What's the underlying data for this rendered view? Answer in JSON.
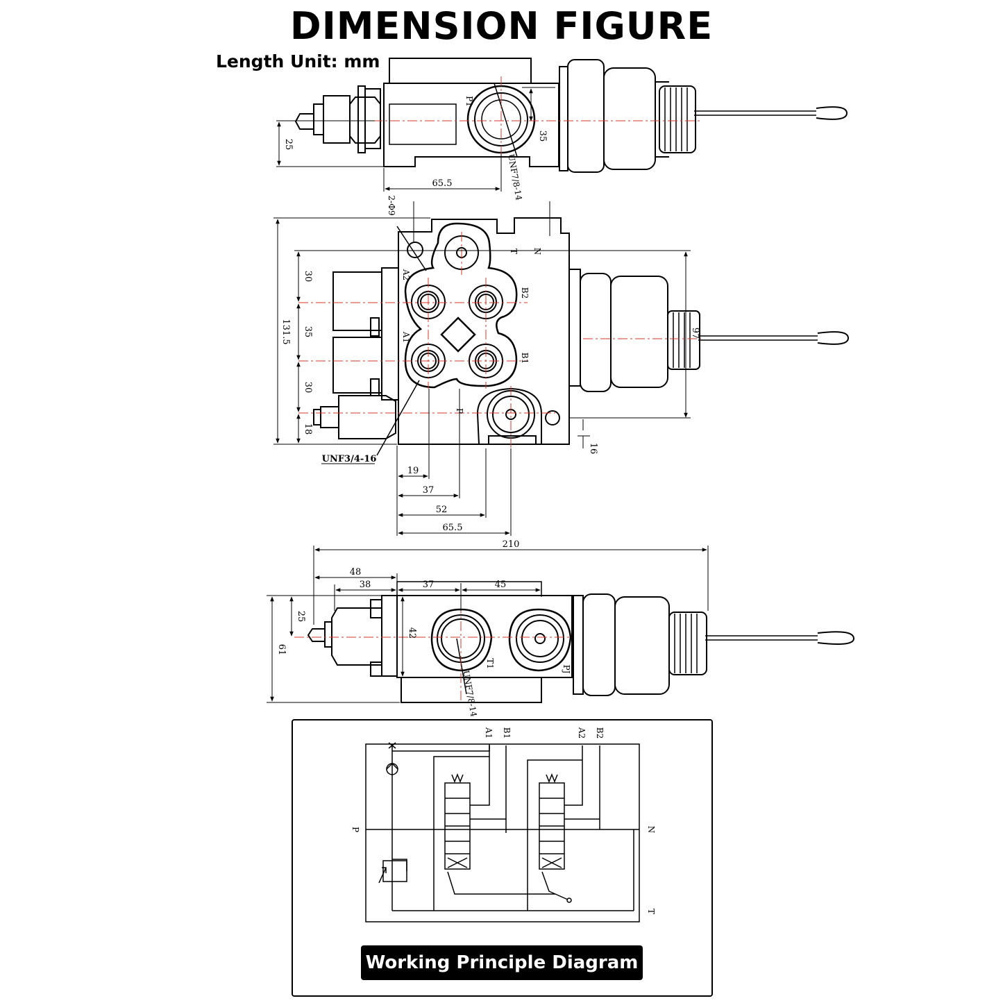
{
  "title": "DIMENSION FIGURE",
  "unit_label": "Length Unit: mm",
  "top_view": {
    "port_label": "P1",
    "thread": "UNF7/8-14",
    "dims": {
      "height": "25",
      "port_offset": "35",
      "port_pos": "65.5"
    }
  },
  "front_view": {
    "hole": "2-Φ9",
    "thread": "UNF3/4-16",
    "ports": {
      "t": "T",
      "n": "N",
      "a2": "A2",
      "b2": "B2",
      "a1": "A1",
      "b1": "B1",
      "p": "P"
    },
    "dims": {
      "total_h": "131.5",
      "d30a": "30",
      "d35": "35",
      "d30b": "30",
      "d18": "18",
      "d16": "16",
      "d19": "19",
      "d37": "37",
      "d52": "52",
      "d65": "65.5",
      "lever_v": "97"
    }
  },
  "side_view": {
    "ports": {
      "t1": "T1",
      "pj": "PJ"
    },
    "thread": "UNF7/8-14",
    "dims": {
      "total": "210",
      "d48": "48",
      "d38": "38",
      "d37": "37",
      "d45": "45",
      "d42": "42",
      "d25": "25",
      "d61": "61"
    }
  },
  "schematic": {
    "ports": {
      "a1": "A1",
      "b1": "B1",
      "a2": "A2",
      "b2": "B2",
      "p": "P",
      "n": "N",
      "t": "T"
    },
    "caption": "Working Principle Diagram"
  }
}
